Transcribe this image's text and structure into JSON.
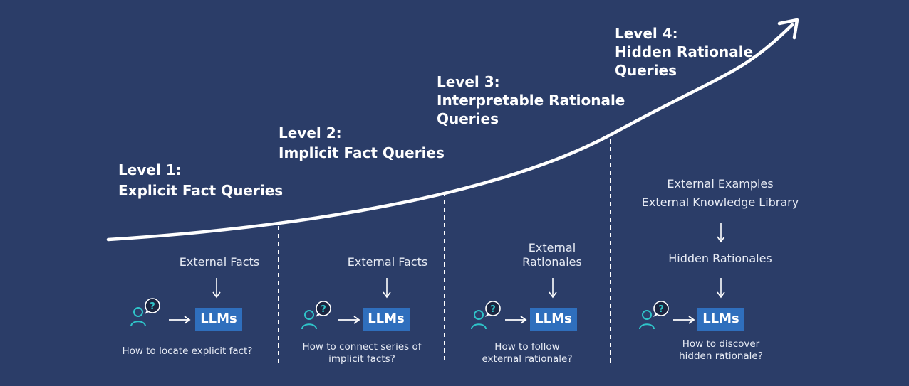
{
  "levels": [
    {
      "title_line1": "Level 1:",
      "title_line2": "Explicit Fact Queries",
      "sources": [
        "External Facts"
      ],
      "model_label": "LLMs",
      "question_lines": [
        "How to locate explicit fact?"
      ]
    },
    {
      "title_line1": "Level 2:",
      "title_line2": "Implicit Fact Queries",
      "sources": [
        "External Facts"
      ],
      "model_label": "LLMs",
      "question_lines": [
        "How to connect series of",
        "implicit facts?"
      ]
    },
    {
      "title_line1": "Level 3:",
      "title_line2": "Interpretable Rationale",
      "title_line3": "Queries",
      "sources": [
        "External",
        "Rationales"
      ],
      "model_label": "LLMs",
      "question_lines": [
        "How to follow",
        "external rationale?"
      ]
    },
    {
      "title_line1": "Level 4:",
      "title_line2": "Hidden Rationale",
      "title_line3": "Queries",
      "sources": [
        "External Examples",
        "External Knowledge Library"
      ],
      "intermediate": "Hidden Rationales",
      "model_label": "LLMs",
      "question_lines": [
        "How to discover",
        "hidden rationale?"
      ]
    }
  ],
  "colors": {
    "background": "#2b3d68",
    "llm_box": "#2f6fbd",
    "user_icon": "#2fc4c9",
    "text": "#ffffff"
  },
  "icons": {
    "user": "user-question-icon",
    "flow_down": "arrow-down-icon",
    "flow_right": "arrow-right-icon",
    "curve": "growth-curve-arrow"
  }
}
